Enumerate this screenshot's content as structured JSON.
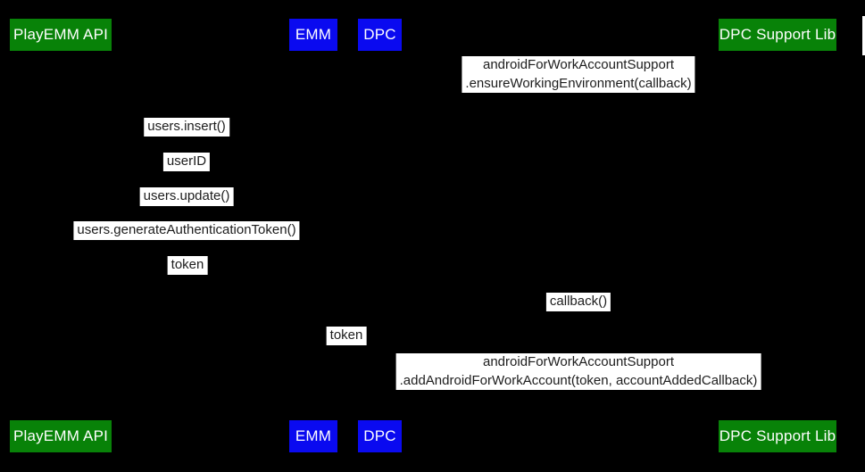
{
  "diagram": {
    "type": "sequence-diagram",
    "colors": {
      "background": "#000000",
      "actor_green": "#088208",
      "actor_blue": "#0a0af0",
      "actor_text": "#ffffff",
      "message_bg": "#ffffff",
      "message_text": "#1d1d1d"
    },
    "actors": [
      {
        "label": "PlayEMM API",
        "color": "green"
      },
      {
        "label": "EMM",
        "color": "blue"
      },
      {
        "label": "DPC",
        "color": "blue"
      },
      {
        "label": "DPC Support Lib",
        "color": "green"
      }
    ],
    "messages": [
      {
        "lines": [
          "androidForWorkAccountSupport",
          ".ensureWorkingEnvironment(callback)"
        ]
      },
      {
        "lines": [
          "users.insert()"
        ]
      },
      {
        "lines": [
          "userID"
        ]
      },
      {
        "lines": [
          "users.update()"
        ]
      },
      {
        "lines": [
          "users.generateAuthenticationToken()"
        ]
      },
      {
        "lines": [
          "token"
        ]
      },
      {
        "lines": [
          "callback()"
        ]
      },
      {
        "lines": [
          "token"
        ]
      },
      {
        "lines": [
          "androidForWorkAccountSupport",
          ".addAndroidForWorkAccount(token, accountAddedCallback)"
        ]
      }
    ]
  }
}
